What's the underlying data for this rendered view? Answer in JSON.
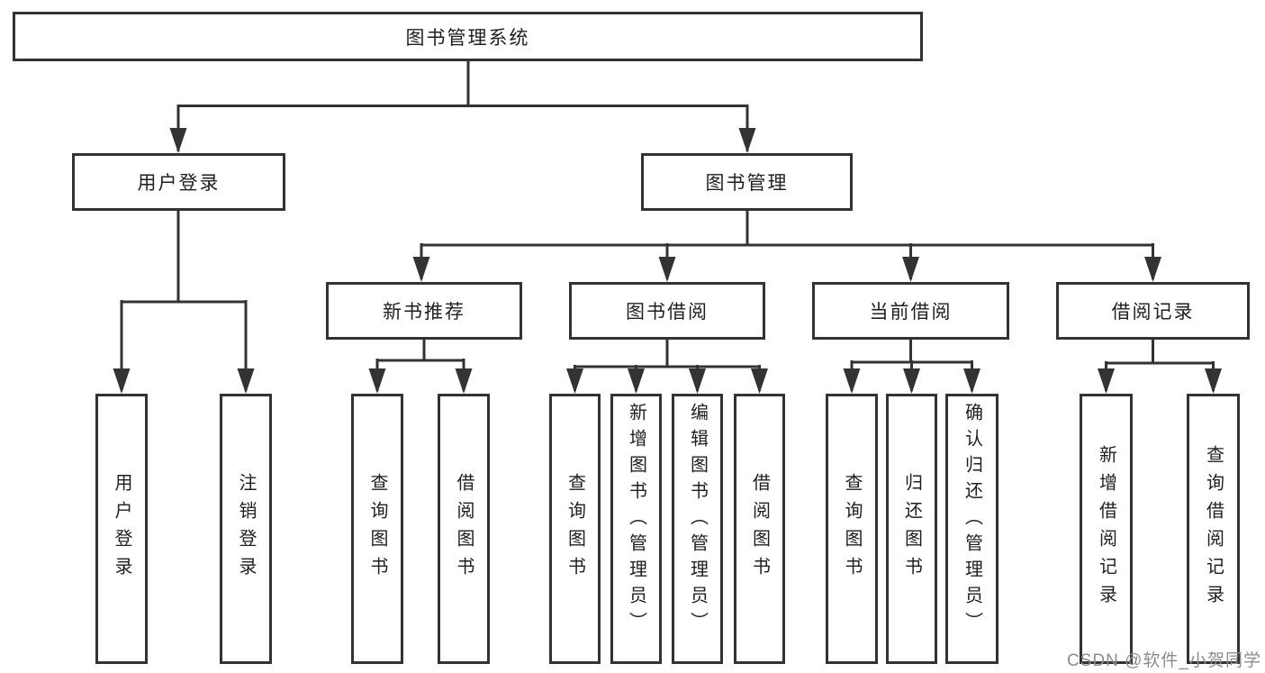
{
  "title": "图书管理系统",
  "watermark": "CSDN @软件_小贺同学",
  "colors": {
    "line": "#333333",
    "text": "#1f1f1f",
    "box_background": "#ffffff",
    "watermark": "#8c8c8c"
  },
  "tree": {
    "root": {
      "label": "图书管理系统",
      "children": [
        {
          "label": "用户登录",
          "children": [
            {
              "label": "用户登录"
            },
            {
              "label": "注销登录"
            }
          ]
        },
        {
          "label": "图书管理",
          "children": [
            {
              "label": "新书推荐",
              "children": [
                {
                  "label": "查询图书"
                },
                {
                  "label": "借阅图书"
                }
              ]
            },
            {
              "label": "图书借阅",
              "children": [
                {
                  "label": "查询图书"
                },
                {
                  "label": "新增图书（管理员）"
                },
                {
                  "label": "编辑图书（管理员）"
                },
                {
                  "label": "借阅图书"
                }
              ]
            },
            {
              "label": "当前借阅",
              "children": [
                {
                  "label": "查询图书"
                },
                {
                  "label": "归还图书"
                },
                {
                  "label": "确认归还（管理员）"
                }
              ]
            },
            {
              "label": "借阅记录",
              "children": [
                {
                  "label": "新增借阅记录"
                },
                {
                  "label": "查询借阅记录"
                }
              ]
            }
          ]
        }
      ]
    }
  }
}
